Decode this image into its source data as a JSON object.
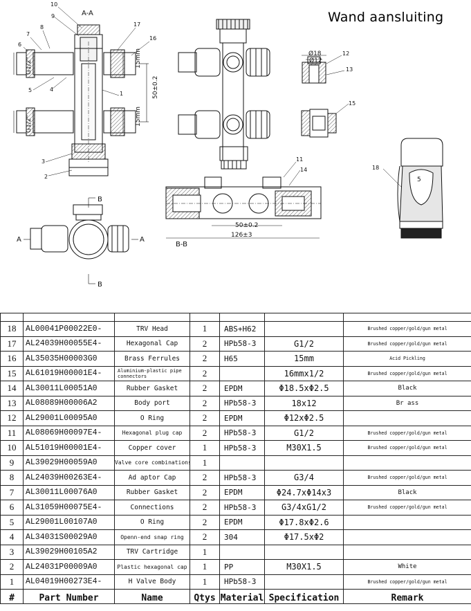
{
  "title": "Wand aansluiting",
  "drawing": {
    "section_aa": "A-A",
    "section_bb": "B-B",
    "label_a": "A",
    "label_b": "B",
    "thread_g12_top": "G1/2\"",
    "thread_g12_bottom": "G1/2\"",
    "dim_50_vertical": "50±0.2",
    "dim_15mm_top": "15mm",
    "dim_15mm_bottom": "15mm",
    "dim_50_horizontal": "50±0.2",
    "dim_126": "126±3",
    "dim_d18": "Ø18",
    "dim_d12": "Ø12",
    "head_number": "5",
    "callouts": [
      "1",
      "2",
      "3",
      "4",
      "5",
      "6",
      "7",
      "8",
      "9",
      "10",
      "11",
      "12",
      "13",
      "14",
      "15",
      "16",
      "17",
      "18"
    ]
  },
  "table": {
    "headers": {
      "no": "#",
      "part_number": "Part Number",
      "name": "Name",
      "qtys": "Qtys",
      "material": "Material",
      "specification": "Specification",
      "remark": "Remark"
    },
    "rows": [
      {
        "no": "18",
        "part_number": "AL00041P00022E0-",
        "name": "TRV Head",
        "qty": "1",
        "material": "ABS+H62",
        "spec": "",
        "remark": "Brushed copper/gold/gun metal"
      },
      {
        "no": "17",
        "part_number": "AL24039H00055E4-",
        "name": "Hexagonal Cap",
        "qty": "2",
        "material": "HPb58-3",
        "spec": "G1/2",
        "remark": "Brushed copper/gold/gun metal"
      },
      {
        "no": "16",
        "part_number": "AL35035H00003G0",
        "name": "Brass Ferrules",
        "qty": "2",
        "material": "H65",
        "spec": "15mm",
        "remark": "Acid Pickling"
      },
      {
        "no": "15",
        "part_number": "AL61019H00001E4-",
        "name": "Aluminium-plastic pipe connectors",
        "qty": "2",
        "material": "",
        "spec": "16mmx1/2",
        "remark": "Brushed copper/gold/gun metal"
      },
      {
        "no": "14",
        "part_number": "AL30011L00051A0",
        "name": "Rubber Gasket",
        "qty": "2",
        "material": "EPDM",
        "spec": "Φ18.5xΦ2.5",
        "remark": "Black"
      },
      {
        "no": "13",
        "part_number": "AL08089H00006A2",
        "name": "Body port",
        "qty": "2",
        "material": "HPb58-3",
        "spec": "18x12",
        "remark": "Br ass"
      },
      {
        "no": "12",
        "part_number": "AL29001L00095A0",
        "name": "O Ring",
        "qty": "2",
        "material": "EPDM",
        "spec": "Φ12xΦ2.5",
        "remark": ""
      },
      {
        "no": "11",
        "part_number": "AL08069H00097E4-",
        "name": "Hexagonal plug cap",
        "qty": "2",
        "material": "HPb58-3",
        "spec": "G1/2",
        "remark": "Brushed copper/gold/gun metal"
      },
      {
        "no": "10",
        "part_number": "AL51019H00001E4-",
        "name": "Copper  cover",
        "qty": "1",
        "material": "HPb58-3",
        "spec": "M30X1.5",
        "remark": "Brushed copper/gold/gun metal"
      },
      {
        "no": "9",
        "part_number": "AL39029H00059A0",
        "name": "Valve core combinations",
        "qty": "1",
        "material": "",
        "spec": "",
        "remark": ""
      },
      {
        "no": "8",
        "part_number": "AL24039H00263E4-",
        "name": "Ad aptor Cap",
        "qty": "2",
        "material": "HPb58-3",
        "spec": "G3/4",
        "remark": "Brushed copper/gold/gun metal"
      },
      {
        "no": "7",
        "part_number": "AL30011L00076A0",
        "name": "Rubber Gasket",
        "qty": "2",
        "material": "EPDM",
        "spec": "Φ24.7xΦ14x3",
        "remark": "Black"
      },
      {
        "no": "6",
        "part_number": "AL31059H00075E4-",
        "name": "Connections",
        "qty": "2",
        "material": "HPb58-3",
        "spec": "G3/4xG1/2",
        "remark": "Brushed copper/gold/gun metal"
      },
      {
        "no": "5",
        "part_number": "AL29001L00107A0",
        "name": "O Ring",
        "qty": "2",
        "material": "EPDM",
        "spec": "Φ17.8xΦ2.6",
        "remark": ""
      },
      {
        "no": "4",
        "part_number": "AL34031S00029A0",
        "name": "Openn-end snap ring",
        "qty": "2",
        "material": "304",
        "spec": "Φ17.5xΦ2",
        "remark": ""
      },
      {
        "no": "3",
        "part_number": "AL39029H00105A2",
        "name": "TRV Cartridge",
        "qty": "1",
        "material": "",
        "spec": "",
        "remark": ""
      },
      {
        "no": "2",
        "part_number": "AL24031P00009A0",
        "name": "Plastic hexagonal cap",
        "qty": "1",
        "material": "PP",
        "spec": "M30X1.5",
        "remark": "White"
      },
      {
        "no": "1",
        "part_number": "AL04019H00273E4-",
        "name": "H Valve Body",
        "qty": "1",
        "material": "HPb58-3",
        "spec": "",
        "remark": "Brushed copper/gold/gun metal"
      }
    ]
  }
}
